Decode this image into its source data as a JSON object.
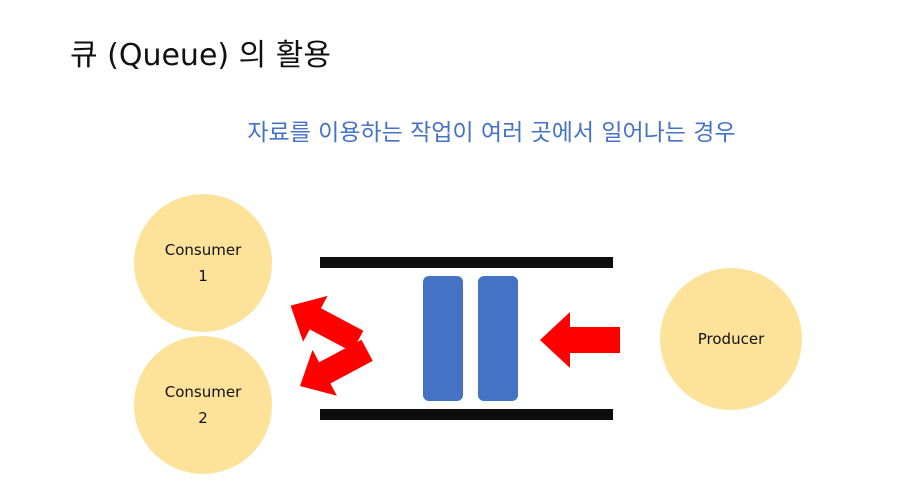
{
  "slide": {
    "title": "큐 (Queue) 의 활용",
    "subtitle": "자료를 이용하는 작업이 여러 곳에서 일어나는 경우"
  },
  "diagram": {
    "consumer1": {
      "line1": "Consumer",
      "line2": "1"
    },
    "consumer2": {
      "line1": "Consumer",
      "line2": "2"
    },
    "producer": {
      "label": "Producer"
    },
    "queue_items": 2
  },
  "colors": {
    "circle_fill": "#fde29a",
    "queue_item": "#4472c4",
    "arrow": "#ff0000",
    "rail": "#0d0d0d",
    "subtitle": "#4472c4"
  }
}
